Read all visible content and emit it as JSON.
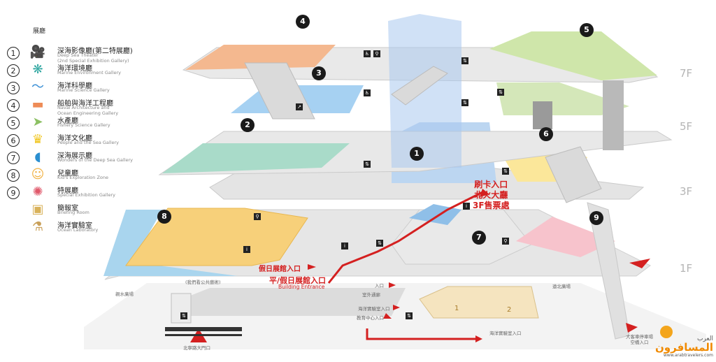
{
  "legend": {
    "title": "展廳",
    "items": [
      {
        "num": "1",
        "zh": "深海影像廳(第二特展廳)",
        "en": "Deep Sea Theater\n(2nd Special Exhibition Gallery)",
        "icon": "camera-icon",
        "color": "#2a74c9"
      },
      {
        "num": "2",
        "zh": "海洋環境廳",
        "en": "Marine Environment Gallery",
        "icon": "coral-icon",
        "color": "#2fa7a1"
      },
      {
        "num": "3",
        "zh": "海洋科學廳",
        "en": "Marine Science Gallery",
        "icon": "wave-icon",
        "color": "#3a8fd6"
      },
      {
        "num": "4",
        "zh": "船舶與海洋工程廳",
        "en": "Naval Architecture and\nOcean Engineering Gallery",
        "icon": "ship-icon",
        "color": "#ee8c57"
      },
      {
        "num": "5",
        "zh": "水產廳",
        "en": "Fishery Science Gallery",
        "icon": "fish-icon",
        "color": "#8cc063"
      },
      {
        "num": "6",
        "zh": "海洋文化廳",
        "en": "People and the Sea Gallery",
        "icon": "crown-icon",
        "color": "#f0c419"
      },
      {
        "num": "7",
        "zh": "深海展示廳",
        "en": "Wonders of the Deep Sea Gallery",
        "icon": "submarine-icon",
        "color": "#2b8fd0"
      },
      {
        "num": "8",
        "zh": "兒童廳",
        "en": "Kid's Exploration Zone",
        "icon": "child-icon",
        "color": "#f2b346"
      },
      {
        "num": "9",
        "zh": "特展廳",
        "en": "Special Exhibition Gallery",
        "icon": "burst-icon",
        "color": "#e0586a"
      },
      {
        "num": "",
        "zh": "簡報室",
        "en": "Briefing Room",
        "icon": "briefing-icon",
        "color": "#d9b25a"
      },
      {
        "num": "",
        "zh": "海洋實驗室",
        "en": "Ocean Laboratory",
        "icon": "microscope-icon",
        "color": "#c9a05a"
      }
    ]
  },
  "floors": [
    "7F",
    "5F",
    "3F",
    "1F"
  ],
  "markers": [
    "4",
    "5",
    "3",
    "2",
    "6",
    "1",
    "8",
    "7",
    "9"
  ],
  "entrances": {
    "card": [
      "刷卡入口",
      "北火大廳",
      "3F售票處"
    ],
    "holiday": "假日展館入口",
    "building": "平/假日展館入口",
    "building_en": "Building Entrance"
  },
  "labels": {
    "pool": "(我們看公共藝術)",
    "water_plaza": "親水廣場",
    "outdoor_passage": "室外通廊",
    "entrance_small": "入口",
    "lab_entrance": "海洋實驗室入口",
    "edu_entrance": "教育中心入口",
    "lab_entrance2": "海洋實驗室入口",
    "yuanbei_plaza": "遠北廣場",
    "beining_gate": "北寧路大門口",
    "dake_entrance": "大客車停車場\n空橋入口",
    "lab1": "1",
    "lab2": "2"
  },
  "watermark": {
    "ar": "المسافرون",
    "ar_small": "العرب",
    "url": "www.arabtravelers.com"
  },
  "colors": {
    "red": "#d42020",
    "floor_gray": "#e4e4e4",
    "floor_edge": "#c9c9c9"
  }
}
